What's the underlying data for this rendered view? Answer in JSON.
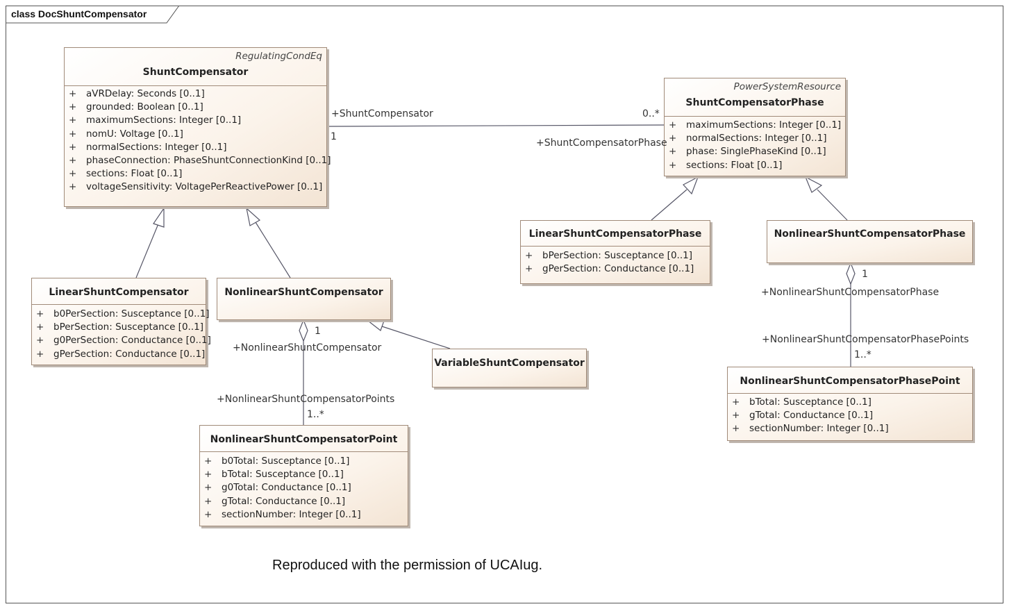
{
  "frame": {
    "title": "class DocShuntCompensator"
  },
  "classes": {
    "shunt_compensator": {
      "stereotype": "RegulatingCondEq",
      "name": "ShuntCompensator",
      "attributes": [
        "aVRDelay: Seconds [0..1]",
        "grounded: Boolean [0..1]",
        "maximumSections: Integer [0..1]",
        "nomU: Voltage [0..1]",
        "normalSections: Integer [0..1]",
        "phaseConnection: PhaseShuntConnectionKind [0..1]",
        "sections: Float [0..1]",
        "voltageSensitivity: VoltagePerReactivePower [0..1]"
      ]
    },
    "shunt_compensator_phase": {
      "stereotype": "PowerSystemResource",
      "name": "ShuntCompensatorPhase",
      "attributes": [
        "maximumSections: Integer [0..1]",
        "normalSections: Integer [0..1]",
        "phase: SinglePhaseKind [0..1]",
        "sections: Float [0..1]"
      ]
    },
    "linear_shunt_compensator": {
      "name": "LinearShuntCompensator",
      "attributes": [
        "b0PerSection: Susceptance [0..1]",
        "bPerSection: Susceptance [0..1]",
        "g0PerSection: Conductance [0..1]",
        "gPerSection: Conductance [0..1]"
      ]
    },
    "nonlinear_shunt_compensator": {
      "name": "NonlinearShuntCompensator",
      "attributes": []
    },
    "variable_shunt_compensator": {
      "name": "VariableShuntCompensator",
      "attributes": []
    },
    "nonlinear_shunt_compensator_point": {
      "name": "NonlinearShuntCompensatorPoint",
      "attributes": [
        "b0Total: Susceptance [0..1]",
        "bTotal: Susceptance [0..1]",
        "g0Total: Conductance [0..1]",
        "gTotal: Conductance [0..1]",
        "sectionNumber: Integer [0..1]"
      ]
    },
    "linear_shunt_compensator_phase": {
      "name": "LinearShuntCompensatorPhase",
      "attributes": [
        "bPerSection: Susceptance [0..1]",
        "gPerSection: Conductance [0..1]"
      ]
    },
    "nonlinear_shunt_compensator_phase": {
      "name": "NonlinearShuntCompensatorPhase",
      "attributes": []
    },
    "nonlinear_shunt_compensator_phase_point": {
      "name": "NonlinearShuntCompensatorPhasePoint",
      "attributes": [
        "bTotal: Susceptance [0..1]",
        "gTotal: Conductance [0..1]",
        "sectionNumber: Integer [0..1]"
      ]
    }
  },
  "attribute_marker": "+",
  "associations": {
    "sc_phase": {
      "role_source": "+ShuntCompensator",
      "mult_source": "1",
      "role_target": "+ShuntCompensatorPhase",
      "mult_target": "0..*"
    },
    "nl_points": {
      "role_owner": "+NonlinearShuntCompensator",
      "mult_owner": "1",
      "role_part": "+NonlinearShuntCompensatorPoints",
      "mult_part": "1..*"
    },
    "nl_phase_points": {
      "role_owner": "+NonlinearShuntCompensatorPhase",
      "mult_owner": "1",
      "role_part": "+NonlinearShuntCompensatorPhasePoints",
      "mult_part": "1..*"
    }
  },
  "footnote": "Reproduced with the permission of UCAIug."
}
